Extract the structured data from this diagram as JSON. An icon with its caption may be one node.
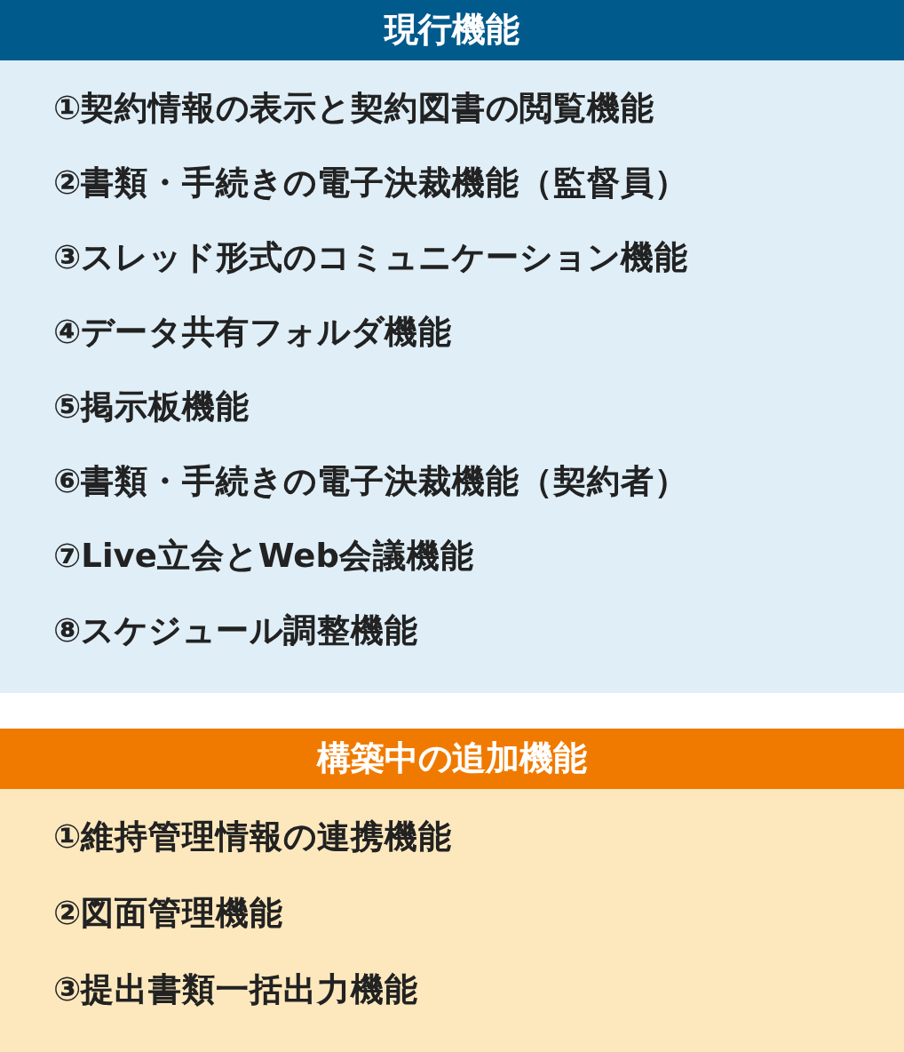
{
  "diagram": {
    "nodes": [
      {
        "text": [
          "現行機能",
          "①契約情報の表示と契約図書の閲覧機能",
          "②書類・手続きの電子決裁機能（監督員）",
          "③スレッド形式のコミュニケーション機能",
          "④データ共有フォルダ機能",
          "⑤掲示板機能",
          "⑥書類・手続きの電子決裁機能（契約者）",
          "⑦Live立会とWeb会議機能",
          "⑧スケジュール調整機能"
        ]
      },
      {
        "text": [
          "構築中の追加機能",
          "①維持管理情報の連携機能",
          "②図面管理機能",
          "③提出書類一括出力機能"
        ]
      }
    ]
  }
}
